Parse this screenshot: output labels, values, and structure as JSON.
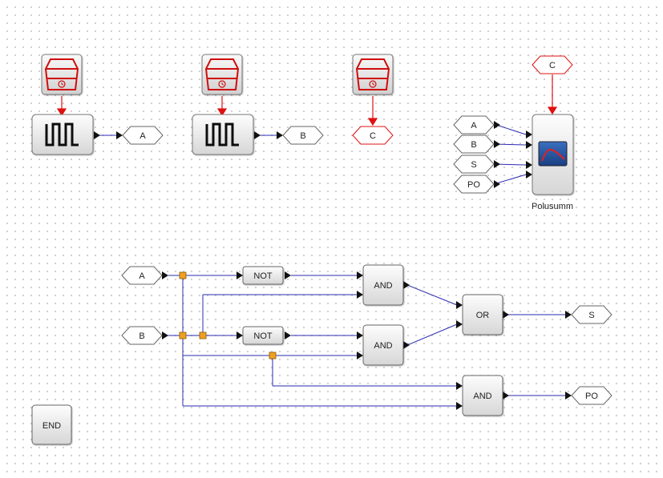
{
  "diagram": {
    "title": "Polusumm diagram",
    "blocks": {
      "and1": "AND",
      "and2": "AND",
      "and3": "AND",
      "not1": "NOT",
      "not2": "NOT",
      "or1": "OR",
      "end": "END",
      "scope_caption": "Polusumm"
    },
    "tags": {
      "a_out": "A",
      "b_out": "B",
      "c_out": "C",
      "c_in": "C",
      "scope_a": "A",
      "scope_b": "B",
      "scope_s": "S",
      "scope_po": "PO",
      "logic_a": "A",
      "logic_b": "B",
      "s_out": "S",
      "po_out": "PO"
    },
    "colors": {
      "wire": "#2b2bb0",
      "event": "#e01010",
      "junction": "#f0a020"
    }
  }
}
